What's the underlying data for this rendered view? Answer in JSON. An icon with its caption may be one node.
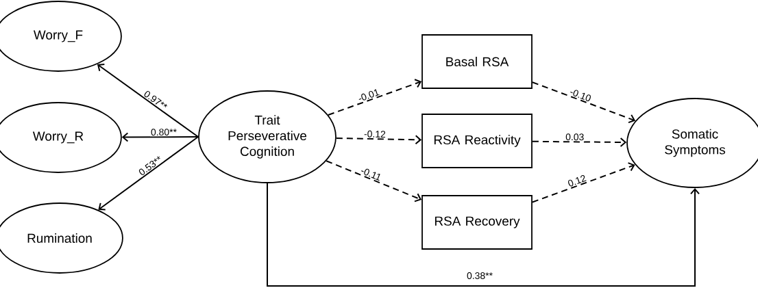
{
  "diagram": {
    "nodes": [
      {
        "text": [
          "Worry_F"
        ]
      },
      {
        "text": [
          "Worry_R"
        ]
      },
      {
        "text": [
          "Rumination"
        ]
      },
      {
        "text": [
          "Trait Perseverative Cognition"
        ]
      },
      {
        "text": [
          "Basal RSA"
        ]
      },
      {
        "text": [
          "RSA Reactivity"
        ]
      },
      {
        "text": [
          "RSA Recovery"
        ]
      },
      {
        "text": [
          "Somatic Symptoms"
        ]
      }
    ],
    "edges": [
      {
        "from": 3,
        "to": 0,
        "arrow": "to",
        "label": "0.97**"
      },
      {
        "from": 3,
        "to": 1,
        "arrow": "to",
        "label": "0.80**"
      },
      {
        "from": 3,
        "to": 2,
        "arrow": "to",
        "label": "0.53**"
      },
      {
        "from": 3,
        "to": 4,
        "arrow": "to",
        "label": "-0.01",
        "style": "dashed"
      },
      {
        "from": 3,
        "to": 5,
        "arrow": "to",
        "label": "-0.12",
        "style": "dashed"
      },
      {
        "from": 3,
        "to": 6,
        "arrow": "to",
        "label": "-0.11",
        "style": "dashed"
      },
      {
        "from": 4,
        "to": 7,
        "arrow": "to",
        "label": "-0.10",
        "style": "dashed"
      },
      {
        "from": 5,
        "to": 7,
        "arrow": "to",
        "label": "0.03",
        "style": "dashed"
      },
      {
        "from": 6,
        "to": 7,
        "arrow": "to",
        "label": "0.12",
        "style": "dashed"
      },
      {
        "from": 3,
        "to": 7,
        "arrow": "to",
        "label": "0.38**"
      }
    ]
  }
}
